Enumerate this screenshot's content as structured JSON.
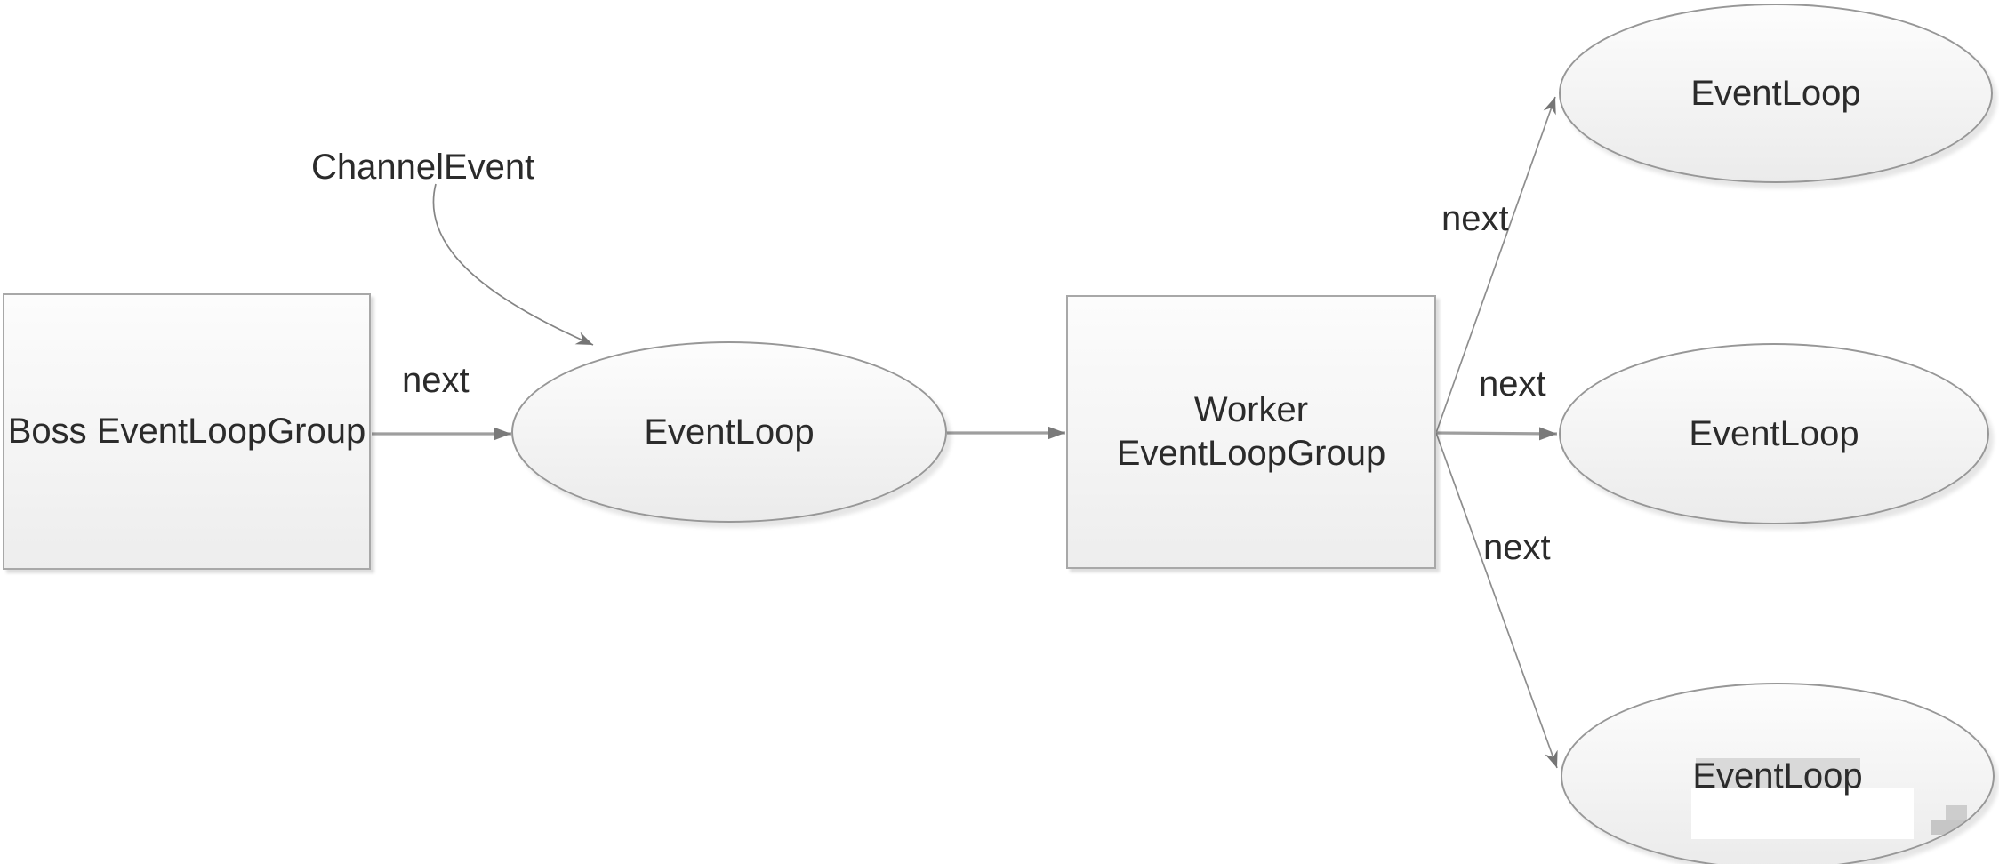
{
  "nodes": {
    "boss": {
      "label": "Boss EventLoopGroup"
    },
    "main_eventloop": {
      "label": "EventLoop"
    },
    "worker": {
      "lines": [
        "Worker",
        "EventLoopGroup"
      ]
    },
    "eventloop_top": {
      "label": "EventLoop"
    },
    "eventloop_middle": {
      "label": "EventLoop"
    },
    "eventloop_bottom": {
      "label": "EventLoop"
    }
  },
  "labels": {
    "channel_event": "ChannelEvent",
    "next_boss": "next",
    "next_top": "next",
    "next_middle": "next",
    "next_bottom": "next"
  },
  "colors": {
    "background": "#ffffff",
    "node_border": "#a8a8a8",
    "ellipse_border": "#979797",
    "node_fill_top": "#fdfdfd",
    "node_fill_bottom": "#ebebeb",
    "edge_line": "#9e9e9e",
    "fan_line": "#8d8d8d",
    "arrowhead": "#7a7a7a",
    "text": "#2b2b2b",
    "highlight_patch": "#d9d9d9",
    "white_patch": "#ffffff"
  }
}
